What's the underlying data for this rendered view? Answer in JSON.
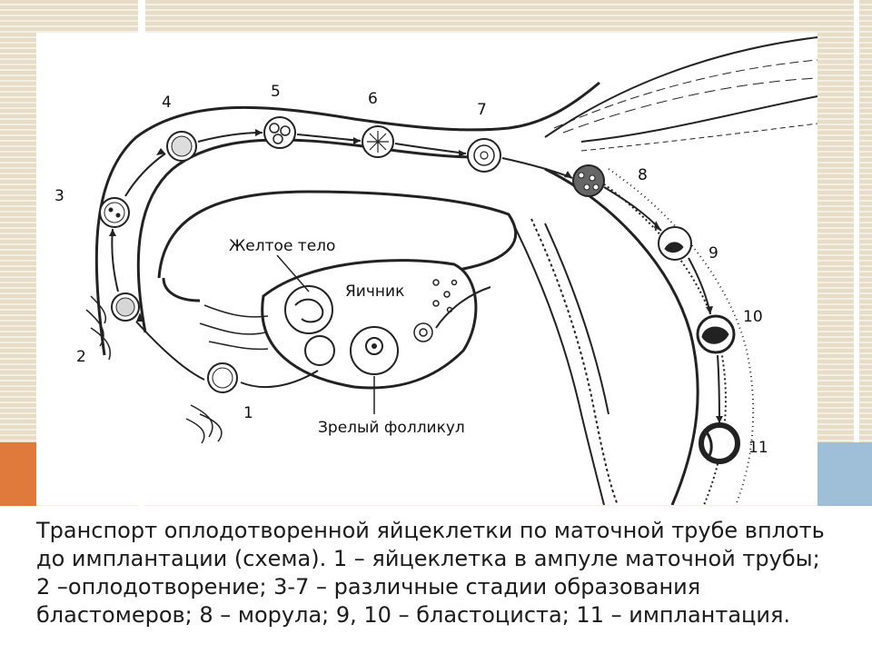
{
  "figure": {
    "stage_labels": [
      "1",
      "2",
      "3",
      "4",
      "5",
      "6",
      "7",
      "8",
      "9",
      "10",
      "11"
    ],
    "corpus_luteum_label": "Желтое тело",
    "ovary_label": "Яичник",
    "mature_follicle_label": "Зрелый фолликул"
  },
  "caption": {
    "text": "Транспорт оплодотворенной яйцеклетки по маточной трубе вплоть до имплантации (схема). 1 – яйцеклетка в ампуле маточной трубы; 2 –оплодотворение; 3-7 – различные стадии образования бластомеров; 8 – морула; 9, 10 – бластоциста; 11 – имплантация."
  }
}
